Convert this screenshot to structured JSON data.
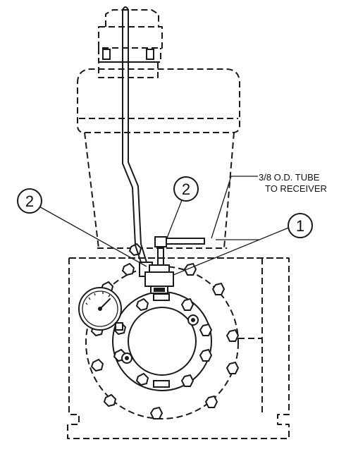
{
  "callouts": [
    {
      "id": "2",
      "text": "2"
    },
    {
      "id": "2b",
      "text": "2"
    },
    {
      "id": "1",
      "text": "1"
    }
  ],
  "annotation": {
    "line1": "3/8 O.D. TUBE",
    "line2": "TO RECEIVER"
  },
  "colors": {
    "ink": "#1a1a1a",
    "paper": "#ffffff"
  }
}
